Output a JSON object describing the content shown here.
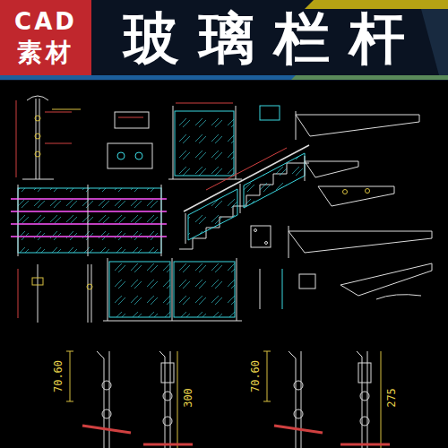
{
  "diagram": {
    "title": "玻璃栏杆",
    "nodes": [
      {
        "text": [
          "CAD",
          "素材"
        ]
      }
    ],
    "labels": [
      "70.60",
      "300",
      "70.60",
      "275"
    ]
  }
}
